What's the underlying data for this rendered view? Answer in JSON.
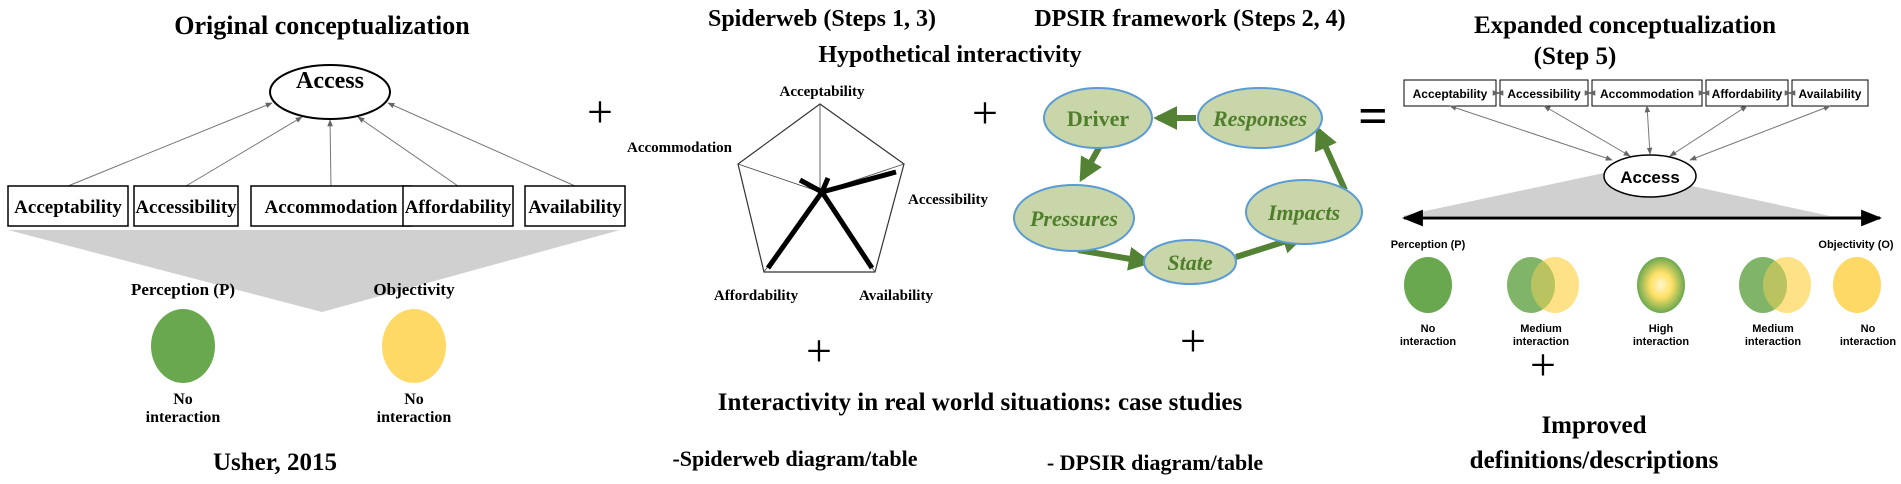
{
  "left": {
    "title": "Original conceptualization",
    "access_label": "Access",
    "dimensions": [
      "Acceptability",
      "Accessibility",
      "Accommodation",
      "Affordability",
      "Availability"
    ],
    "perception_label": "Perception (P)",
    "objectivity_label": "Objectivity",
    "perception_caption": "No interaction",
    "objectivity_caption": "No interaction",
    "citation": "Usher, 2015"
  },
  "spiderweb": {
    "title": "Spiderweb (Steps 1, 3)",
    "subtitle": "Hypothetical interactivity",
    "axes": [
      "Acceptability",
      "Accessibility",
      "Availability",
      "Affordability",
      "Accommodation"
    ]
  },
  "dpsir": {
    "title": "DPSIR framework (Steps 2, 4)",
    "nodes": [
      "Driver",
      "Responses",
      "Pressures",
      "State",
      "Impacts"
    ]
  },
  "expanded": {
    "title_line1": "Expanded conceptualization",
    "title_line2": "(Step 5)",
    "access_label": "Access",
    "dimensions": [
      "Acceptability",
      "Accessibility",
      "Accommodation",
      "Affordability",
      "Availability"
    ],
    "perception_label": "Perception (P)",
    "objectivity_label": "Objectivity (O)",
    "circles": [
      "No interaction",
      "Medium interaction",
      "High interaction",
      "Medium interaction",
      "No interaction"
    ],
    "improved_line1": "Improved",
    "improved_line2": "definitions/descriptions"
  },
  "bottom": {
    "case_studies": "Interactivity in real world situations: case studies",
    "spiderweb_table": "-Spiderweb diagram/table",
    "dpsir_table": "- DPSIR diagram/table"
  },
  "operators": {
    "plus": "+",
    "equals": "="
  },
  "colors": {
    "green": "#6aa84f",
    "yellow": "#ffd966",
    "node_fill": "#c8d6a9",
    "node_stroke": "#5b9bd5",
    "node_text": "#4f7f2a",
    "arrow_green": "#548235",
    "fan_gray": "#d0d0d0"
  }
}
